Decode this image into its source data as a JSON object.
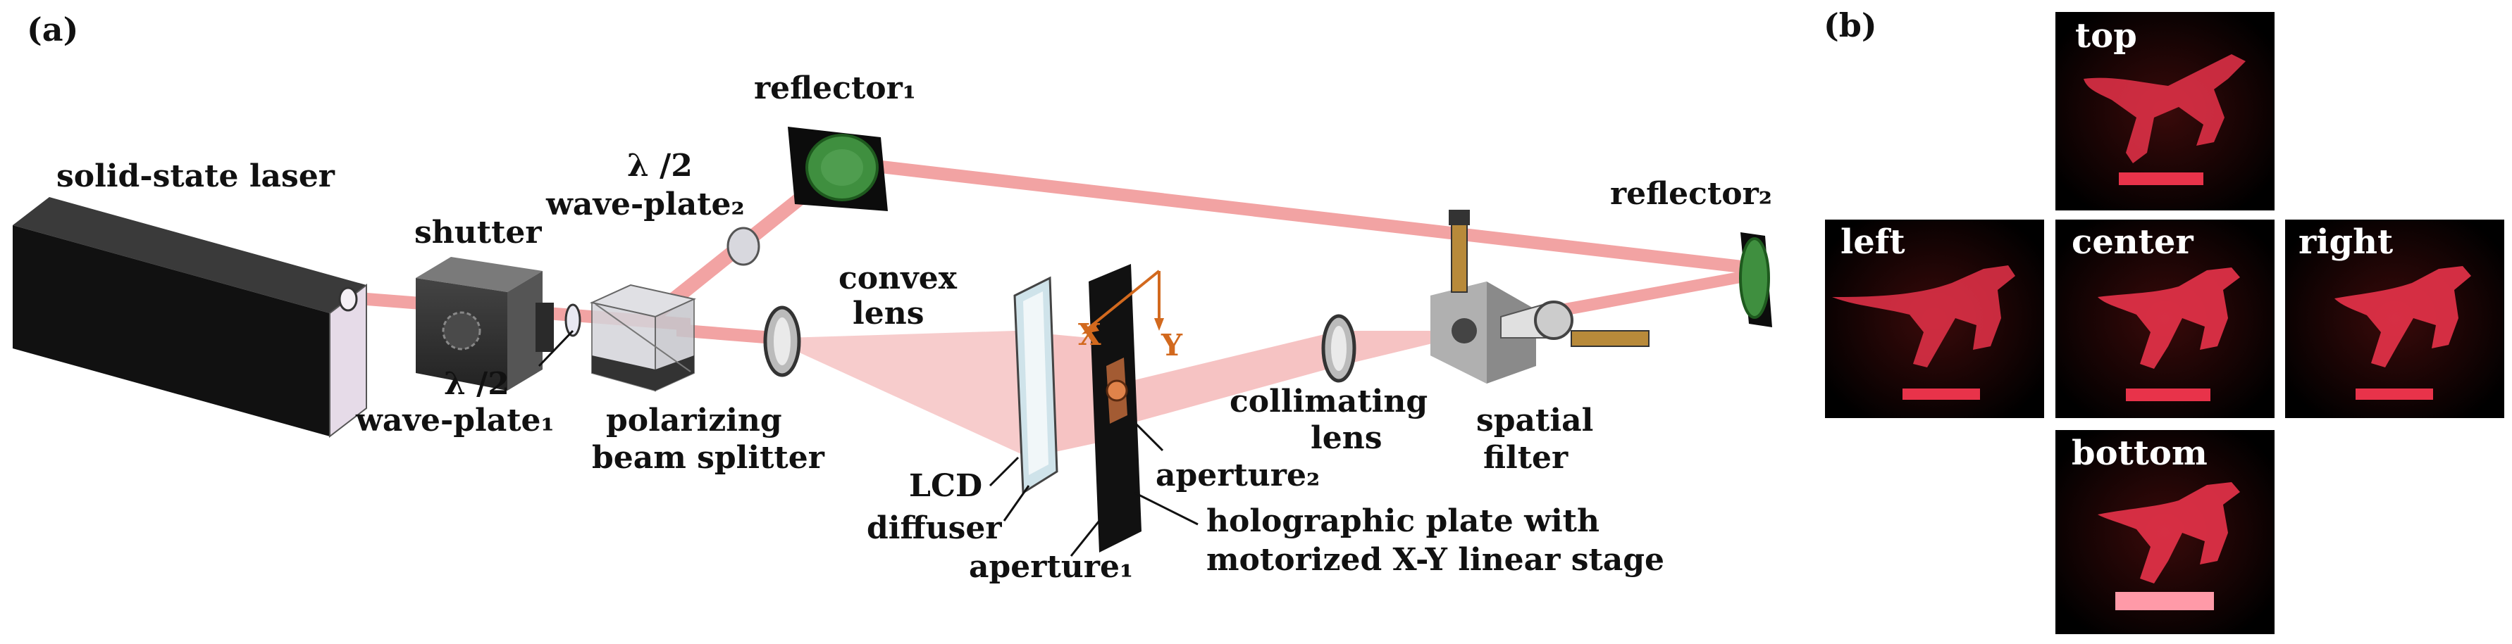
{
  "panel_a": {
    "tag": "(a)",
    "labels": {
      "laser": "solid-state laser",
      "shutter": "shutter",
      "halfwave1_top": "λ /2",
      "halfwave1_bottom": "wave-plate₁",
      "halfwave2_top": "λ /2",
      "halfwave2_bottom": "wave-plate₂",
      "reflector1": "reflector₁",
      "reflector2": "reflector₂",
      "pbs_top": "polarizing",
      "pbs_bottom": "beam splitter",
      "convex_top": "convex",
      "convex_bottom": "lens",
      "lcd": "LCD",
      "diffuser": "diffuser",
      "aperture1": "aperture₁",
      "aperture2": "aperture₂",
      "holo_top": "holographic plate with",
      "holo_bottom": "motorized X-Y linear stage",
      "collimating_top": "collimating",
      "collimating_bottom": "lens",
      "spatial_top": "spatial",
      "spatial_bottom": "filter",
      "axis_x": "X",
      "axis_y": "Y"
    }
  },
  "panel_b": {
    "tag": "(b)",
    "views": {
      "top": "top",
      "left": "left",
      "center": "center",
      "right": "right",
      "bottom": "bottom"
    }
  },
  "colors": {
    "beam": "#f2a3a3",
    "beam_fill": "#f6c6c6",
    "laser_body": "#111111",
    "mirror_green": "#3f8f3f",
    "axis_orange": "#d2691e",
    "hologram_red": "#e8334a"
  }
}
